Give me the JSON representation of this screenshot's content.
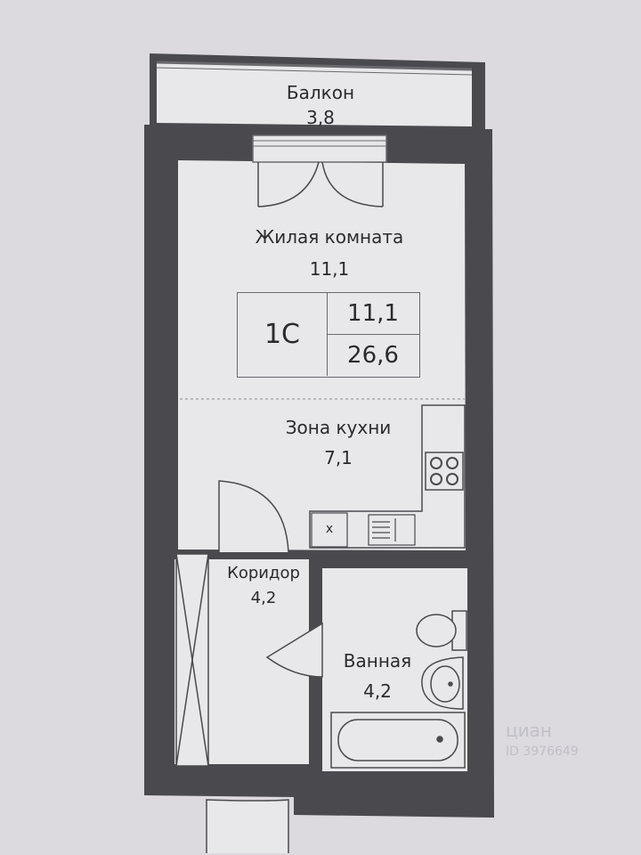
{
  "rooms": {
    "balcony": {
      "name": "Балкон",
      "area": "3,8"
    },
    "living": {
      "name": "Жилая комната",
      "area": "11,1"
    },
    "kitchen": {
      "name": "Зона кухни",
      "area": "7,1"
    },
    "corridor": {
      "name": "Коридор",
      "area": "4,2"
    },
    "bathroom": {
      "name": "Ванная",
      "area": "4,2"
    }
  },
  "apartment": {
    "type": "1С",
    "living_area": "11,1",
    "total_area": "26,6"
  },
  "sink_mark": "x",
  "watermark": {
    "brand": "циан",
    "id": "ID 3976649"
  },
  "colors": {
    "paper": "#dcdade",
    "wall": "#4a4a4e",
    "floor": "#e8e7ea",
    "line": "#6a6a6e"
  }
}
